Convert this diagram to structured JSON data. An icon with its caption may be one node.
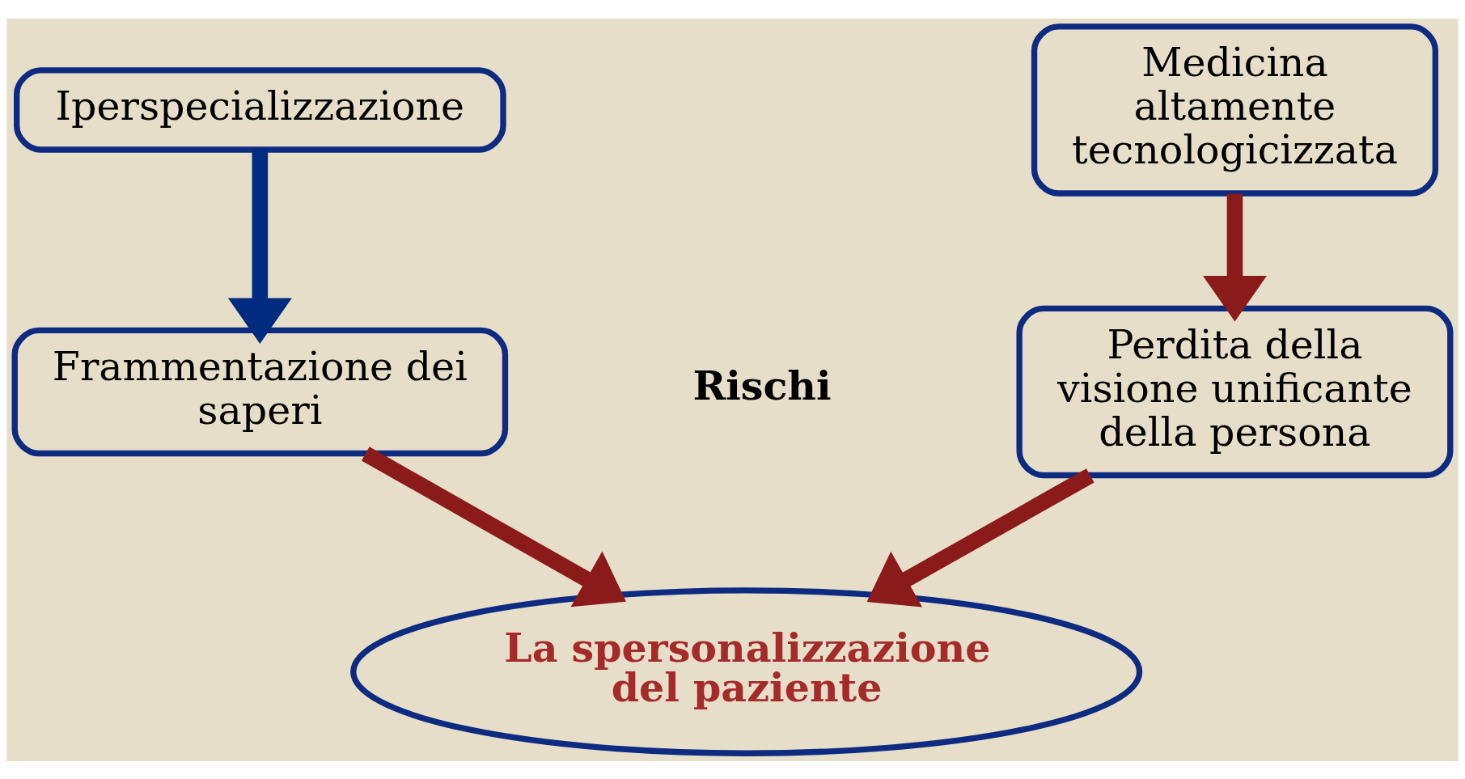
{
  "diagram": {
    "nodes": [
      {
        "text": [
          "Iperspecializzazione"
        ]
      },
      {
        "text": [
          "Frammentazione dei saperi"
        ]
      },
      {
        "text": [
          "Medicina altamente tecnologicizzata"
        ]
      },
      {
        "text": [
          "Perdita della visione unificante della persona"
        ]
      },
      {
        "text": [
          "La spersonalizzazione del paziente"
        ]
      }
    ],
    "edges": [
      {
        "from": 0,
        "to": 1,
        "arrow": "to",
        "color": "#002b7f"
      },
      {
        "from": 2,
        "to": 3,
        "arrow": "to"
      },
      {
        "from": 1,
        "to": 4,
        "arrow": "to"
      },
      {
        "from": 3,
        "to": 4,
        "arrow": "to"
      }
    ],
    "labels": [
      "Rischi"
    ]
  }
}
